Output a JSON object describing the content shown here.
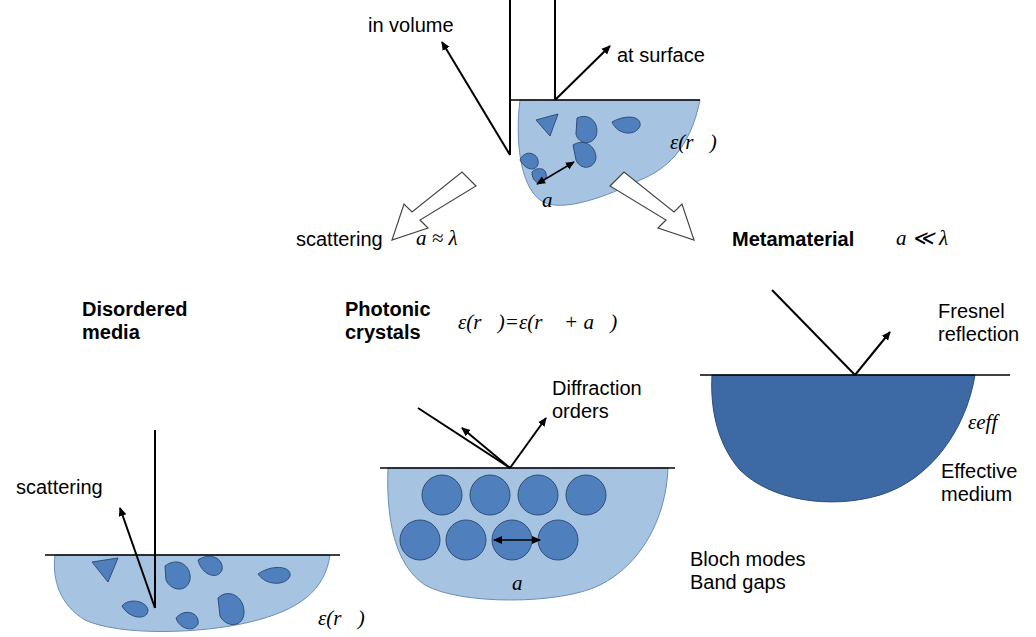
{
  "diagram": {
    "labels": [
      "in volume",
      "at surface",
      "ε(r⃗)",
      "a",
      "scattering",
      "a ≈ λ",
      "Metamaterial",
      "a ≪ λ",
      "Disordered media",
      "Photonic crystals",
      "ε(r⃗)=ε(r⃗ + a⃗)",
      "Fresnel reflection",
      "Diffraction orders",
      "εeff",
      "Effective medium",
      "scattering",
      "Bloch modes Band gaps",
      "a",
      "ε(r⃗)"
    ]
  }
}
